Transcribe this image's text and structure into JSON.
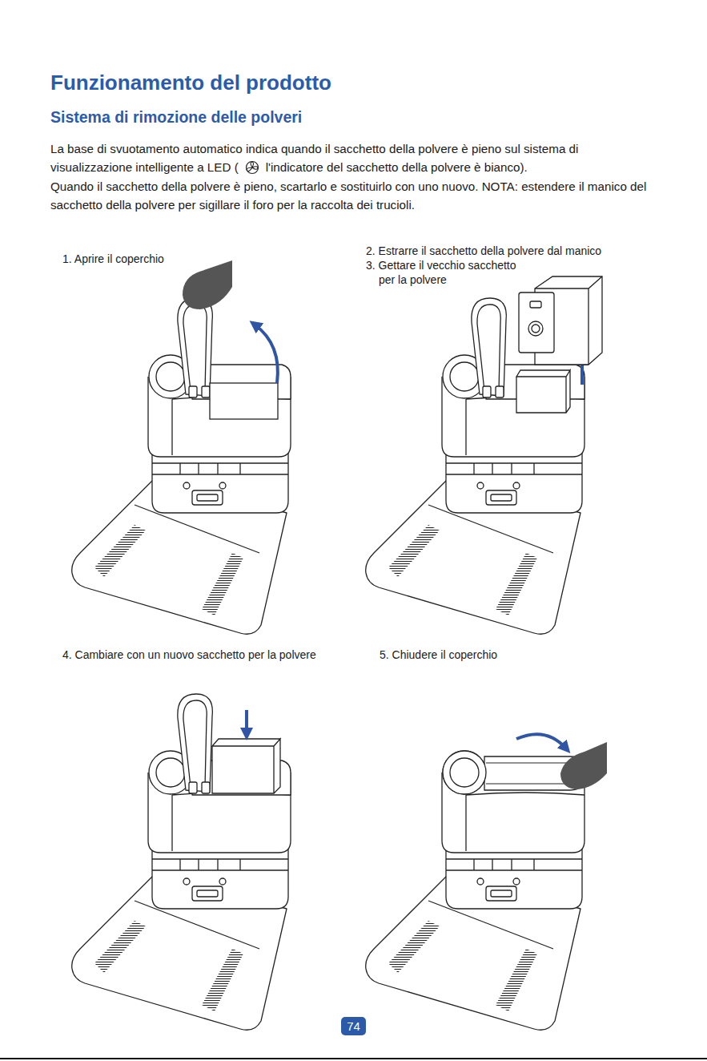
{
  "diagram": {
    "title": "Funzionamento del prodotto",
    "nodes": [
      {
        "text": [
          "74"
        ]
      }
    ],
    "labels": [
      "Sistema di rimozione delle polveri",
      "La base di svuotamento automatico indica quando il sacchetto della polvere è pieno sul sistema di visualizzazione intelligente a LED (",
      "l'indicatore del sacchetto della polvere è bianco).",
      "Quando il sacchetto della polvere è pieno, scartarlo e sostituirlo con uno nuovo. NOTA: estendere il manico del sacchetto della polvere per sigillare il foro per la raccolta dei trucioli.",
      "1. Aprire il coperchio",
      "2. Estrarre il sacchetto della polvere dal manico",
      "3. Gettare il vecchio sacchetto per la polvere",
      "4. Cambiare con un nuovo sacchetto per la polvere",
      "5. Chiudere il coperchio"
    ]
  }
}
